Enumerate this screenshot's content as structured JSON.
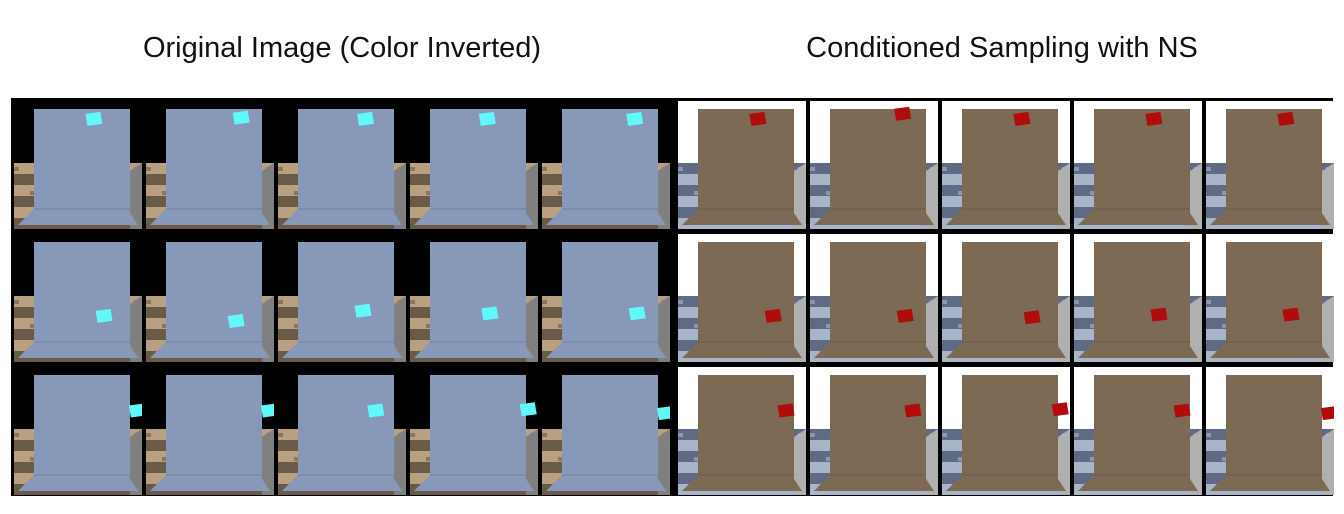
{
  "titles": {
    "left": "Original Image (Color Inverted)",
    "right": "Conditioned Sampling with NS"
  },
  "colors": {
    "inverted": {
      "sky": "#000000",
      "wall": "#8898b8",
      "floor_a": "#b8a080",
      "floor_b": "#6a5a48",
      "side": "#808080",
      "object": "#60f8f8"
    },
    "sampled": {
      "sky": "#ffffff",
      "wall": "#7d6a55",
      "floor_a": "#5f6b85",
      "floor_b": "#a8b4c8",
      "side": "#b0b0b0",
      "object": "#b00c0c"
    }
  },
  "grid": {
    "rows": 3,
    "columns_per_panel": 5,
    "panels": [
      "original-inverted",
      "conditioned-sampling"
    ]
  },
  "object_positions": {
    "description_units": "fraction of cell",
    "original": [
      [
        [
          0.62,
          0.14
        ],
        [
          0.74,
          0.13
        ],
        [
          0.68,
          0.14
        ],
        [
          0.6,
          0.14
        ],
        [
          0.72,
          0.14
        ]
      ],
      [
        [
          0.7,
          0.64
        ],
        [
          0.7,
          0.68
        ],
        [
          0.66,
          0.6
        ],
        [
          0.62,
          0.62
        ],
        [
          0.74,
          0.62
        ]
      ],
      [
        [
          0.96,
          0.34
        ],
        [
          0.96,
          0.34
        ],
        [
          0.76,
          0.34
        ],
        [
          0.92,
          0.33
        ],
        [
          0.96,
          0.36
        ]
      ]
    ],
    "sampled": [
      [
        [
          0.62,
          0.14
        ],
        [
          0.72,
          0.1
        ],
        [
          0.62,
          0.14
        ],
        [
          0.62,
          0.14
        ],
        [
          0.62,
          0.14
        ]
      ],
      [
        [
          0.74,
          0.64
        ],
        [
          0.74,
          0.64
        ],
        [
          0.7,
          0.65
        ],
        [
          0.66,
          0.63
        ],
        [
          0.66,
          0.63
        ]
      ],
      [
        [
          0.84,
          0.34
        ],
        [
          0.8,
          0.34
        ],
        [
          0.92,
          0.33
        ],
        [
          0.84,
          0.34
        ],
        [
          0.96,
          0.36
        ]
      ]
    ]
  }
}
